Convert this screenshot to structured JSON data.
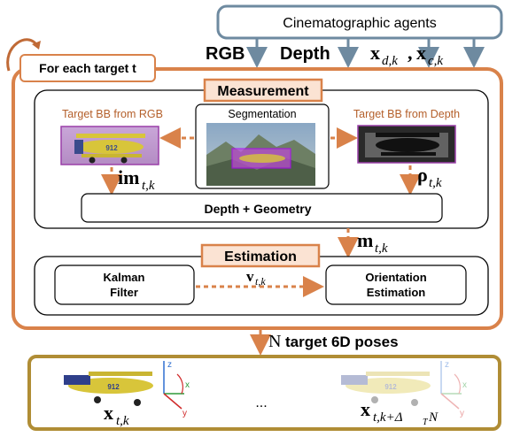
{
  "colors": {
    "orange": "#d9824a",
    "orange_fill": "#fbe3d3",
    "blue_gray": "#6e8aa0",
    "gold": "#b08d35",
    "label_orange": "#b45f2a",
    "black": "#000000"
  },
  "agents": {
    "title": "Cinematographic agents"
  },
  "inputs": {
    "rgb": "RGB",
    "depth": "Depth",
    "x_d": "x",
    "x_d_sub": "d,k",
    "sep": ",",
    "x_c": "x",
    "x_c_sub": "c,k"
  },
  "loop": {
    "label": "For each target t"
  },
  "measurement": {
    "title": "Measurement",
    "bb_rgb_label": "Target BB from RGB",
    "segmentation_label": "Segmentation",
    "bb_depth_label": "Target BB from Depth",
    "im_main": "im",
    "im_sub": "t,k",
    "rho_main": "ρ",
    "rho_sub": "t,k",
    "depth_geometry": "Depth + Geometry"
  },
  "m_output": {
    "main": "m",
    "sub": "t,k"
  },
  "estimation": {
    "title": "Estimation",
    "kalman_line1": "Kalman",
    "kalman_line2": "Filter",
    "v_main": "v",
    "v_sub": "t,k",
    "orientation_line1": "Orientation",
    "orientation_line2": "Estimation"
  },
  "output": {
    "n": "N",
    "label": "target 6D poses",
    "x_first_main": "x",
    "x_first_sub": "t,k",
    "ellipsis": "...",
    "x_last_main": "x",
    "x_last_sub": "t,k+Δ",
    "x_last_sub2": "T",
    "x_last_sub3": "N",
    "axis_z": "z",
    "axis_x": "x",
    "axis_y": "y"
  }
}
